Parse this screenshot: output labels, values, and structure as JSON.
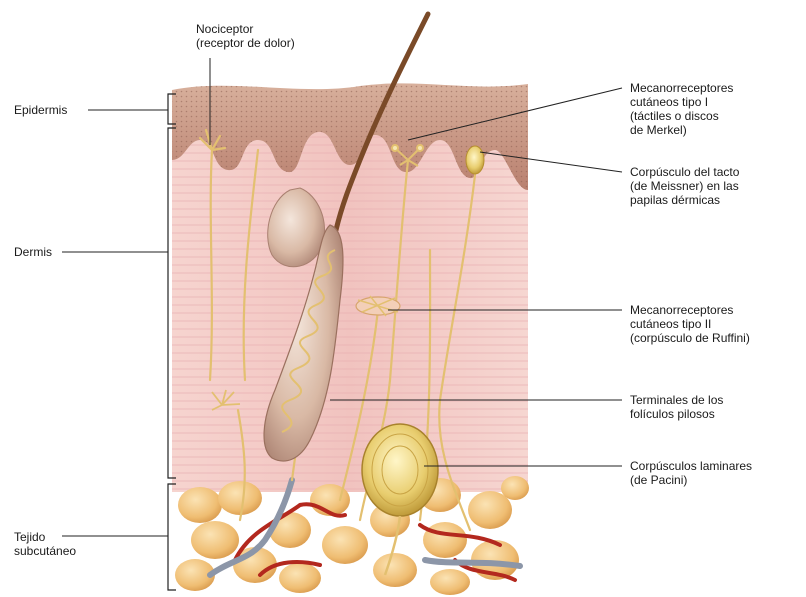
{
  "layer_labels": {
    "epidermis": "Epidermis",
    "dermis": "Dermis",
    "subcutaneous": [
      "Tejido",
      "subcutáneo"
    ]
  },
  "receptor_labels": {
    "nociceptor": [
      "Nociceptor",
      "(receptor de dolor)"
    ],
    "merkel": [
      "Mecanorreceptores",
      "cutáneos tipo I",
      "(táctiles o discos",
      "de Merkel)"
    ],
    "meissner": [
      "Corpúsculo del tacto",
      "(de Meissner) en las",
      "papilas dérmicas"
    ],
    "ruffini": [
      "Mecanorreceptores",
      "cutáneos tipo II",
      "(corpúsculo de Ruffini)"
    ],
    "hair_follicle": [
      "Terminales de los",
      "folículos pilosos"
    ],
    "pacini": [
      "Corpúsculos laminares",
      "(de Pacini)"
    ]
  },
  "colors": {
    "epidermis": "#c99a84",
    "epidermis_dots": "#8e5f52",
    "dermis": "#f3c9c4",
    "dermis_stripe": "#e8aeb0",
    "fat": "#f0c57e",
    "nerve": "#e3c070",
    "artery": "#b3281e",
    "vein": "#8c96a8",
    "hair": "#7a4a28",
    "leader_line": "#222222"
  }
}
